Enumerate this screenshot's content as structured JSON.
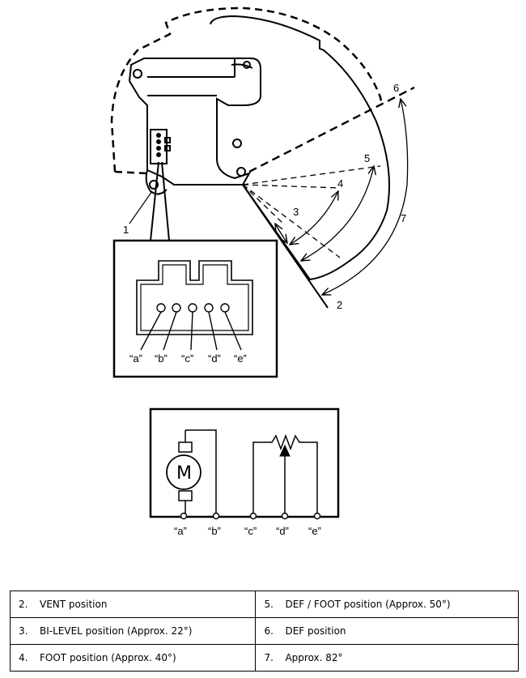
{
  "callouts": {
    "c1": "1",
    "c2": "2",
    "c3": "3",
    "c4": "4",
    "c5": "5",
    "c6": "6",
    "c7": "7"
  },
  "connector_pins": [
    "“a”",
    "“b”",
    "“c”",
    "“d”",
    "“e”"
  ],
  "schematic": {
    "motor_symbol": "M",
    "pins": [
      "“a”",
      "“b”",
      "“c”",
      "“d”",
      "“e”"
    ]
  },
  "legend": {
    "rows": [
      {
        "left_num": "2.",
        "left_text": "VENT position",
        "right_num": "5.",
        "right_text": "DEF / FOOT position (Approx. 50°)"
      },
      {
        "left_num": "3.",
        "left_text": "BI-LEVEL position (Approx. 22°)",
        "right_num": "6.",
        "right_text": "DEF position"
      },
      {
        "left_num": "4.",
        "left_text": "FOOT position (Approx. 40°)",
        "right_num": "7.",
        "right_text": "Approx. 82°"
      }
    ]
  }
}
